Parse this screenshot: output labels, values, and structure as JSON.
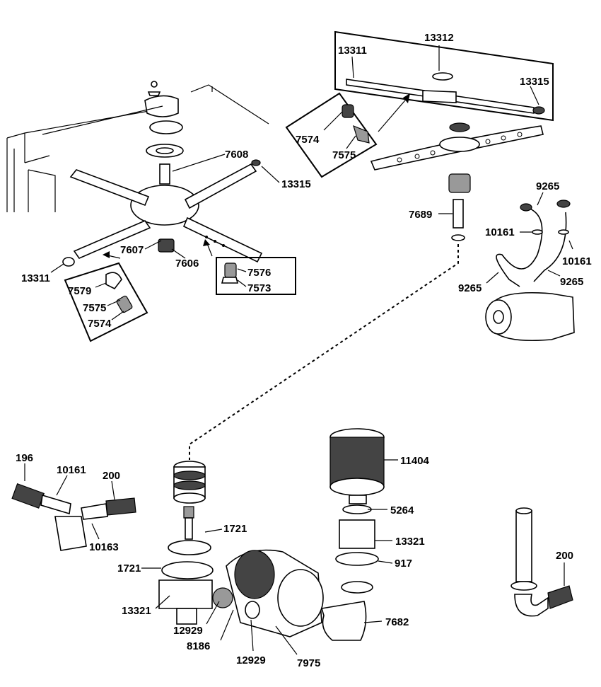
{
  "labels": {
    "l13312": "13312",
    "l13311_top": "13311",
    "l13315_top": "13315",
    "l7574_top": "7574",
    "l7575_top": "7575",
    "l7608": "7608",
    "l13315_left": "13315",
    "l7689": "7689",
    "l9265_a": "9265",
    "l10161_a": "10161",
    "l10161_b": "10161",
    "l9265_b": "9265",
    "l9265_c": "9265",
    "l7607": "7607",
    "l7606": "7606",
    "l13311_left": "13311",
    "l7576": "7576",
    "l7573": "7573",
    "l7579": "7579",
    "l7575_left": "7575",
    "l7574_left": "7574",
    "l196": "196",
    "l10161_c": "10161",
    "l200_a": "200",
    "l10163": "10163",
    "l11404": "11404",
    "l5264": "5264",
    "l1721_a": "1721",
    "l13321_a": "13321",
    "l1721_b": "1721",
    "l917": "917",
    "l13321_b": "13321",
    "l12929_a": "12929",
    "l8186": "8186",
    "l7682": "7682",
    "l12929_b": "12929",
    "l7975": "7975",
    "l200_b": "200"
  }
}
